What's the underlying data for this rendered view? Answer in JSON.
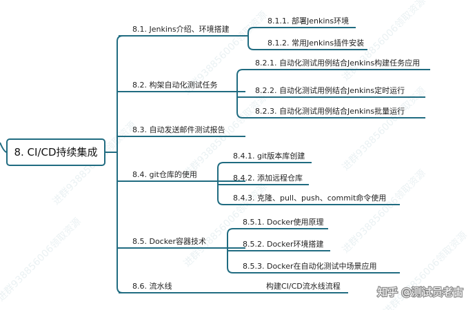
{
  "root": {
    "label": "8. CI/CD持续集成"
  },
  "branches": [
    {
      "label": "8.1. Jenkins介绍、环境搭建",
      "children": [
        {
          "label": "8.1.1. 部署Jenkins环境"
        },
        {
          "label": "8.1.2. 常用Jenkins插件安装"
        }
      ]
    },
    {
      "label": "8.2. 构架自动化测试任务",
      "children": [
        {
          "label": "8.2.1. 自动化测试用例结合Jenkins构建任务应用"
        },
        {
          "label": "8.2.2. 自动化测试用例结合Jenkins定时运行"
        },
        {
          "label": "8.2.3. 自动化测试用例结合Jenkins批量运行"
        }
      ]
    },
    {
      "label": "8.3. 自动发送邮件测试报告",
      "children": []
    },
    {
      "label": "8.4. git仓库的使用",
      "children": [
        {
          "label": "8.4.1. git版本库创建"
        },
        {
          "label": "8.4.2. 添加远程仓库"
        },
        {
          "label": "8.4.3. 克隆、pull、push、commit命令使用"
        }
      ]
    },
    {
      "label": "8.5. Docker容器技术",
      "children": [
        {
          "label": "8.5.1. Docker使用原理"
        },
        {
          "label": "8.5.2. Docker环境搭建"
        },
        {
          "label": "8.5.3. Docker在自动化测试中场景应用"
        }
      ]
    },
    {
      "label": "8.6. 流水线",
      "children": [
        {
          "label": "构建CI/CD流水线流程"
        }
      ]
    }
  ],
  "watermark": {
    "text": "进群938856006领取资源"
  },
  "credit": {
    "text": "知乎 @测试员老古"
  },
  "colors": {
    "line": "#1f6b80",
    "text": "#222222",
    "background": "#ffffff"
  }
}
